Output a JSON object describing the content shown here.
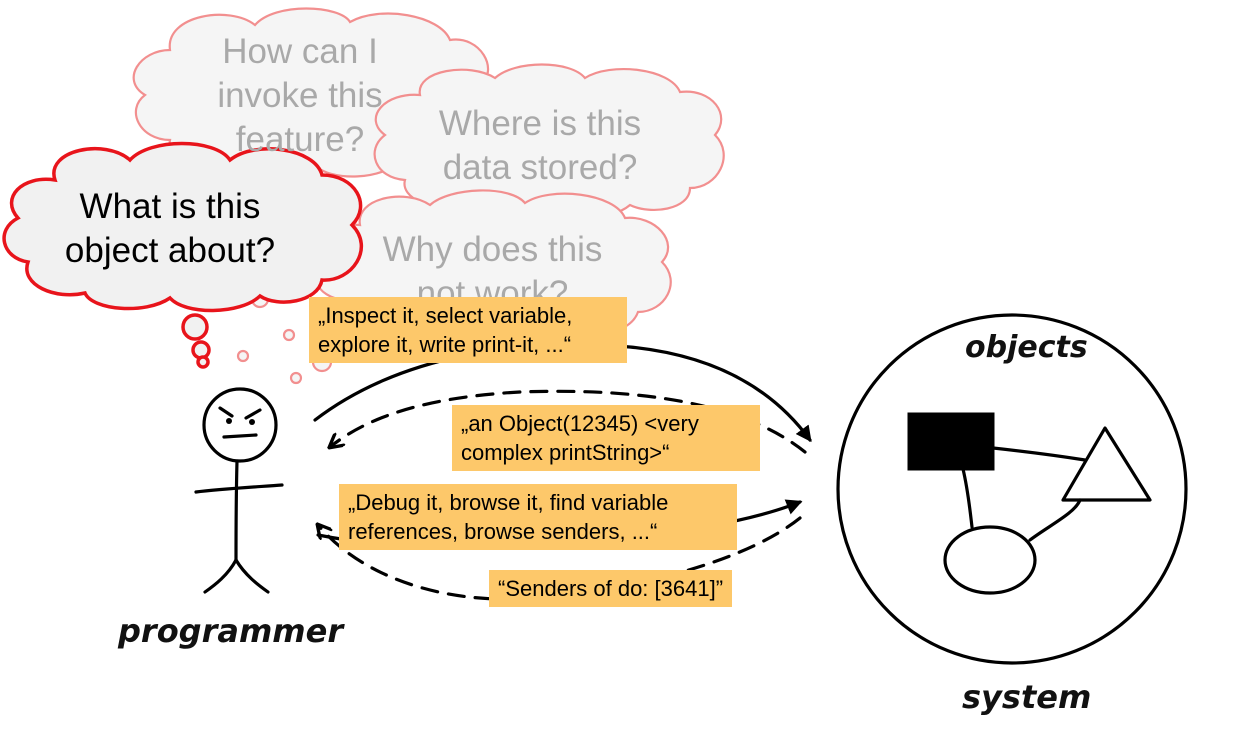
{
  "thoughts": {
    "invoke": "How can I invoke this feature?",
    "stored": "Where is this data stored?",
    "about": "What is this object about?",
    "why": "Why does this not work?"
  },
  "labels": {
    "inspect": "„Inspect it, select variable, explore it, write print-it, ...“",
    "an_object": "„an Object(12345) <very complex printString>“",
    "debug": "„Debug it, browse it, find variable references, browse senders, ...“",
    "senders": "“Senders of do: [3641]”"
  },
  "actors": {
    "programmer": "programmer",
    "objects": "objects",
    "system": "system"
  },
  "colors": {
    "label_fill": "#fdc86a",
    "main_bubble_stroke": "#e8141b",
    "faded_bubble_stroke": "#f28f8f",
    "faded_text": "#a9a9a9"
  }
}
